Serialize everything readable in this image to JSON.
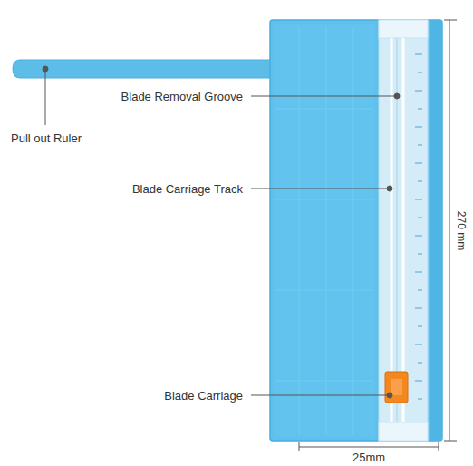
{
  "diagram": {
    "labels": [
      "Pull out Ruler",
      "Blade Removal Groove",
      "Blade Carriage Track",
      "Blade Carriage",
      "270 mm",
      "25mm"
    ]
  }
}
